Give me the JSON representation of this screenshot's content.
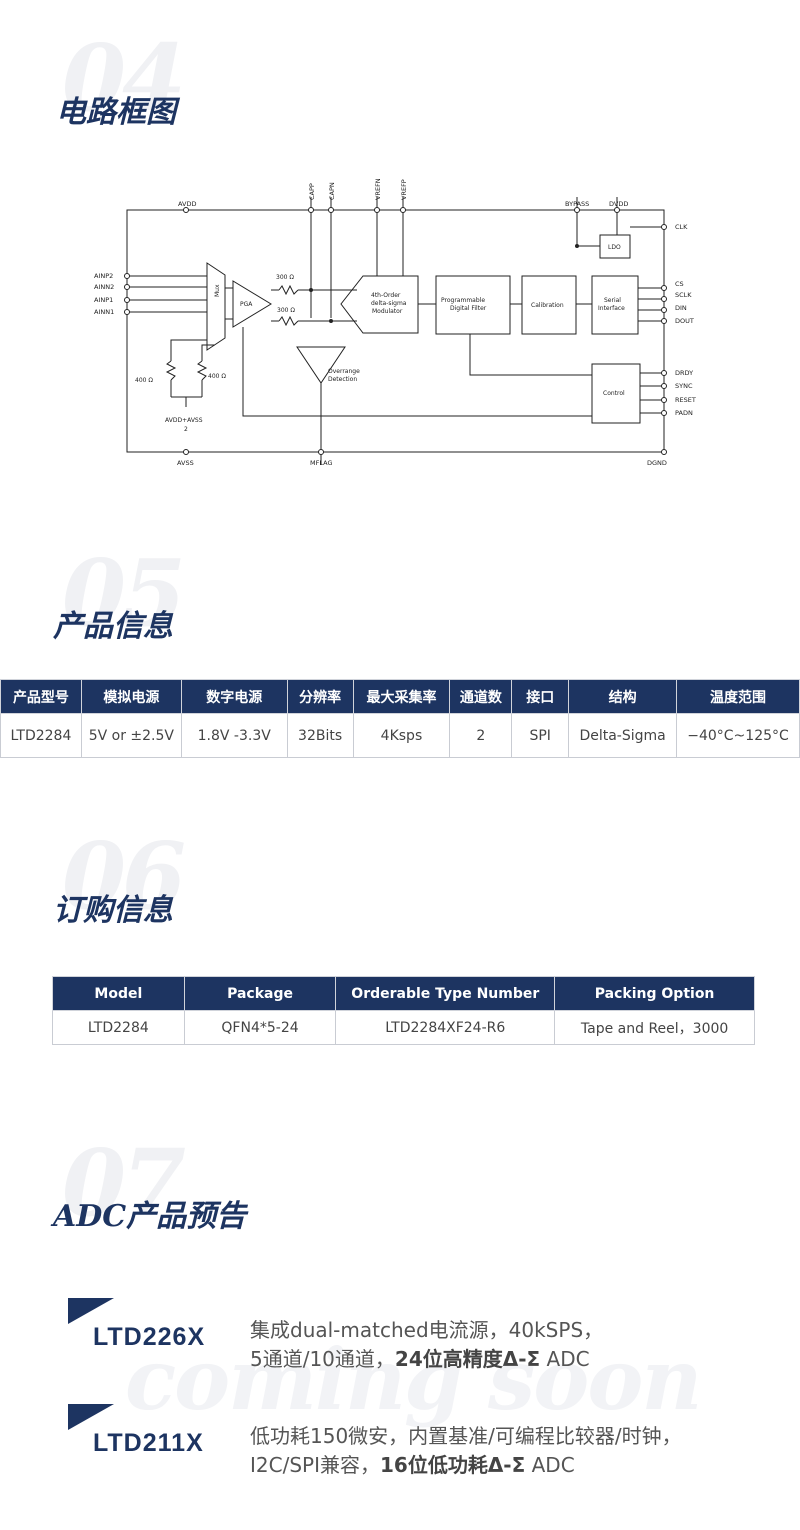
{
  "sections": {
    "diagram": {
      "number": "04",
      "title": "电路框图"
    },
    "product": {
      "number": "05",
      "title": "产品信息"
    },
    "ordering": {
      "number": "06",
      "title": "订购信息"
    },
    "preview": {
      "number": "07",
      "title": "ADC产品预告"
    }
  },
  "block_diagram": {
    "pins_top": [
      "AVDD",
      "CAPP",
      "CAPN",
      "VREFN",
      "VREFP",
      "BYPASS",
      "DVDD"
    ],
    "pins_left": [
      "AINP2",
      "AINN2",
      "AINP1",
      "AINN1"
    ],
    "pins_right": [
      "CLK",
      "CS",
      "SCLK",
      "DIN",
      "DOUT",
      "DRDY",
      "SYNC",
      "RESET",
      "PADN"
    ],
    "pins_bottom": [
      "AVSS",
      "MFLAG",
      "DGND"
    ],
    "blocks": [
      "Mux",
      "PGA",
      "4th-Order",
      "delta-sigma",
      "Modulator",
      "Programmable",
      "Digital Filter",
      "Calibration",
      "Serial",
      "Interface",
      "LDO",
      "Control",
      "Overrange",
      "Detection"
    ],
    "resistors": [
      "300 Ω",
      "300 Ω",
      "400 Ω",
      "400 Ω"
    ],
    "bias_label": "AVDD+AVSS",
    "bias_denominator": "2"
  },
  "product_table": {
    "headers": [
      "产品型号",
      "模拟电源",
      "数字电源",
      "分辨率",
      "最大采集率",
      "通道数",
      "接口",
      "结构",
      "温度范围"
    ],
    "row": [
      "LTD2284",
      "5V or ±2.5V",
      "1.8V -3.3V",
      "32Bits",
      "4Ksps",
      "2",
      "SPI",
      "Delta-Sigma",
      "−40°C~125°C"
    ]
  },
  "order_table": {
    "headers": [
      "Model",
      "Package",
      "Orderable Type Number",
      "Packing Option"
    ],
    "row": [
      "LTD2284",
      "QFN4*5-24",
      "LTD2284XF24-R6",
      "Tape and Reel，3000"
    ]
  },
  "preview": {
    "watermark": "coming soon",
    "items": [
      {
        "model": "LTD226X",
        "line1": "集成dual-matched电流源，40kSPS，",
        "line2_plain": "5通道/10通道，",
        "line2_bold": "24位高精度Δ-Σ",
        "line2_tail": " ADC"
      },
      {
        "model": "LTD211X",
        "line1": "低功耗150微安，内置基准/可编程比较器/时钟，",
        "line2_plain": "I2C/SPI兼容，",
        "line2_bold": "16位低功耗Δ-Σ",
        "line2_tail": " ADC"
      }
    ]
  },
  "colors": {
    "brand_navy": "#1d3461",
    "watermark_gray": "#f0f1f4"
  }
}
